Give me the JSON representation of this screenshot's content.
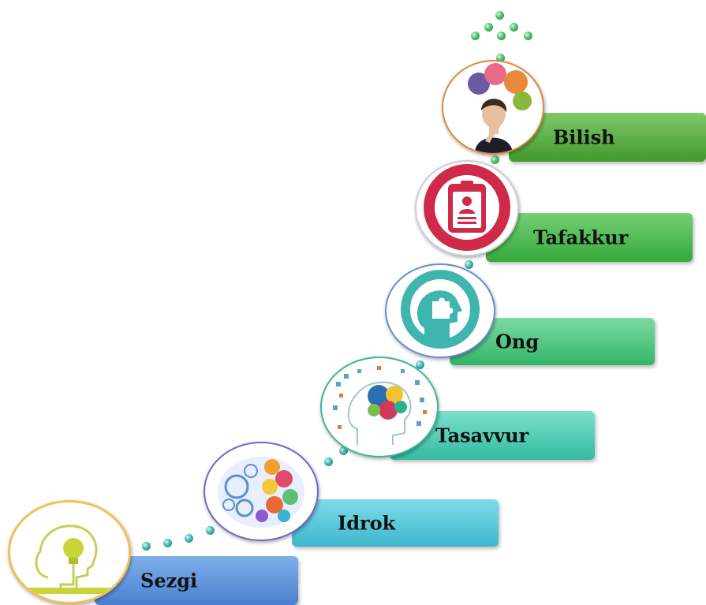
{
  "steps": [
    {
      "label": "Sezgi",
      "color": "#5b8fd6",
      "icon": "head-lightbulb-icon"
    },
    {
      "label": "Idrok",
      "color": "#4dc6d6",
      "icon": "colorful-brain-icon"
    },
    {
      "label": "Tasavvur",
      "color": "#45c7b0",
      "icon": "brain-ideas-icon"
    },
    {
      "label": "Ong",
      "color": "#45c37e",
      "icon": "head-puzzle-icon"
    },
    {
      "label": "Tafakkur",
      "color": "#42b94b",
      "icon": "id-badge-icon"
    },
    {
      "label": "Bilish",
      "color": "#52a93a",
      "icon": "thinking-woman-icon"
    }
  ]
}
